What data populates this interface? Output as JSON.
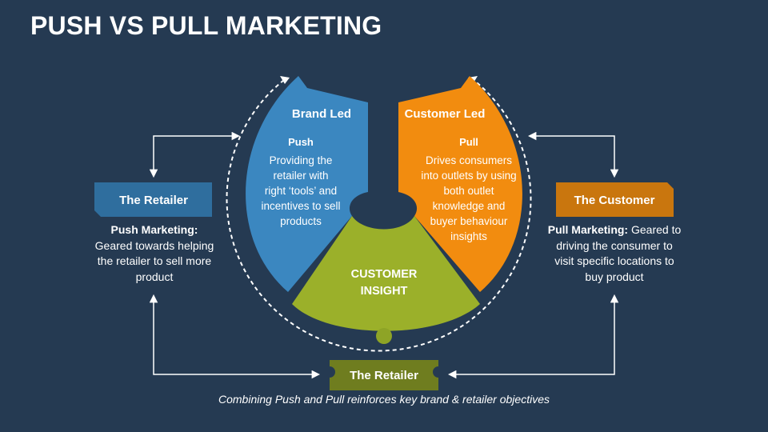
{
  "title": "PUSH VS PULL MARKETING",
  "colors": {
    "background": "#253a52",
    "push": "#3b87c0",
    "pull": "#f28c0f",
    "insight": "#9bb02a",
    "retailer_tag": "#2f6e9e",
    "customer_tag": "#c9760e",
    "bottom_tag": "#6f7d1f"
  },
  "push_segment": {
    "heading": "Brand Led",
    "sub": "Push",
    "lines": [
      "Providing the",
      "retailer with",
      "right ‘tools’ and",
      "incentives to sell",
      "products"
    ]
  },
  "pull_segment": {
    "heading": "Customer Led",
    "sub": "Pull",
    "lines": [
      "Drives consumers",
      "into outlets by using",
      "both outlet",
      "knowledge and",
      "buyer behaviour",
      "insights"
    ]
  },
  "insight_segment": {
    "lines": [
      "CUSTOMER",
      "INSIGHT"
    ]
  },
  "left_panel": {
    "tag": "The Retailer",
    "bold": "Push Marketing:",
    "text": "Geared towards helping the retailer to sell more product"
  },
  "right_panel": {
    "tag": "The Customer",
    "bold": "Pull Marketing:",
    "text": "Geared to driving the consumer to visit specific locations to buy product"
  },
  "bottom_tag": "The Retailer",
  "footer": "Combining Push and Pull reinforces key brand & retailer objectives"
}
